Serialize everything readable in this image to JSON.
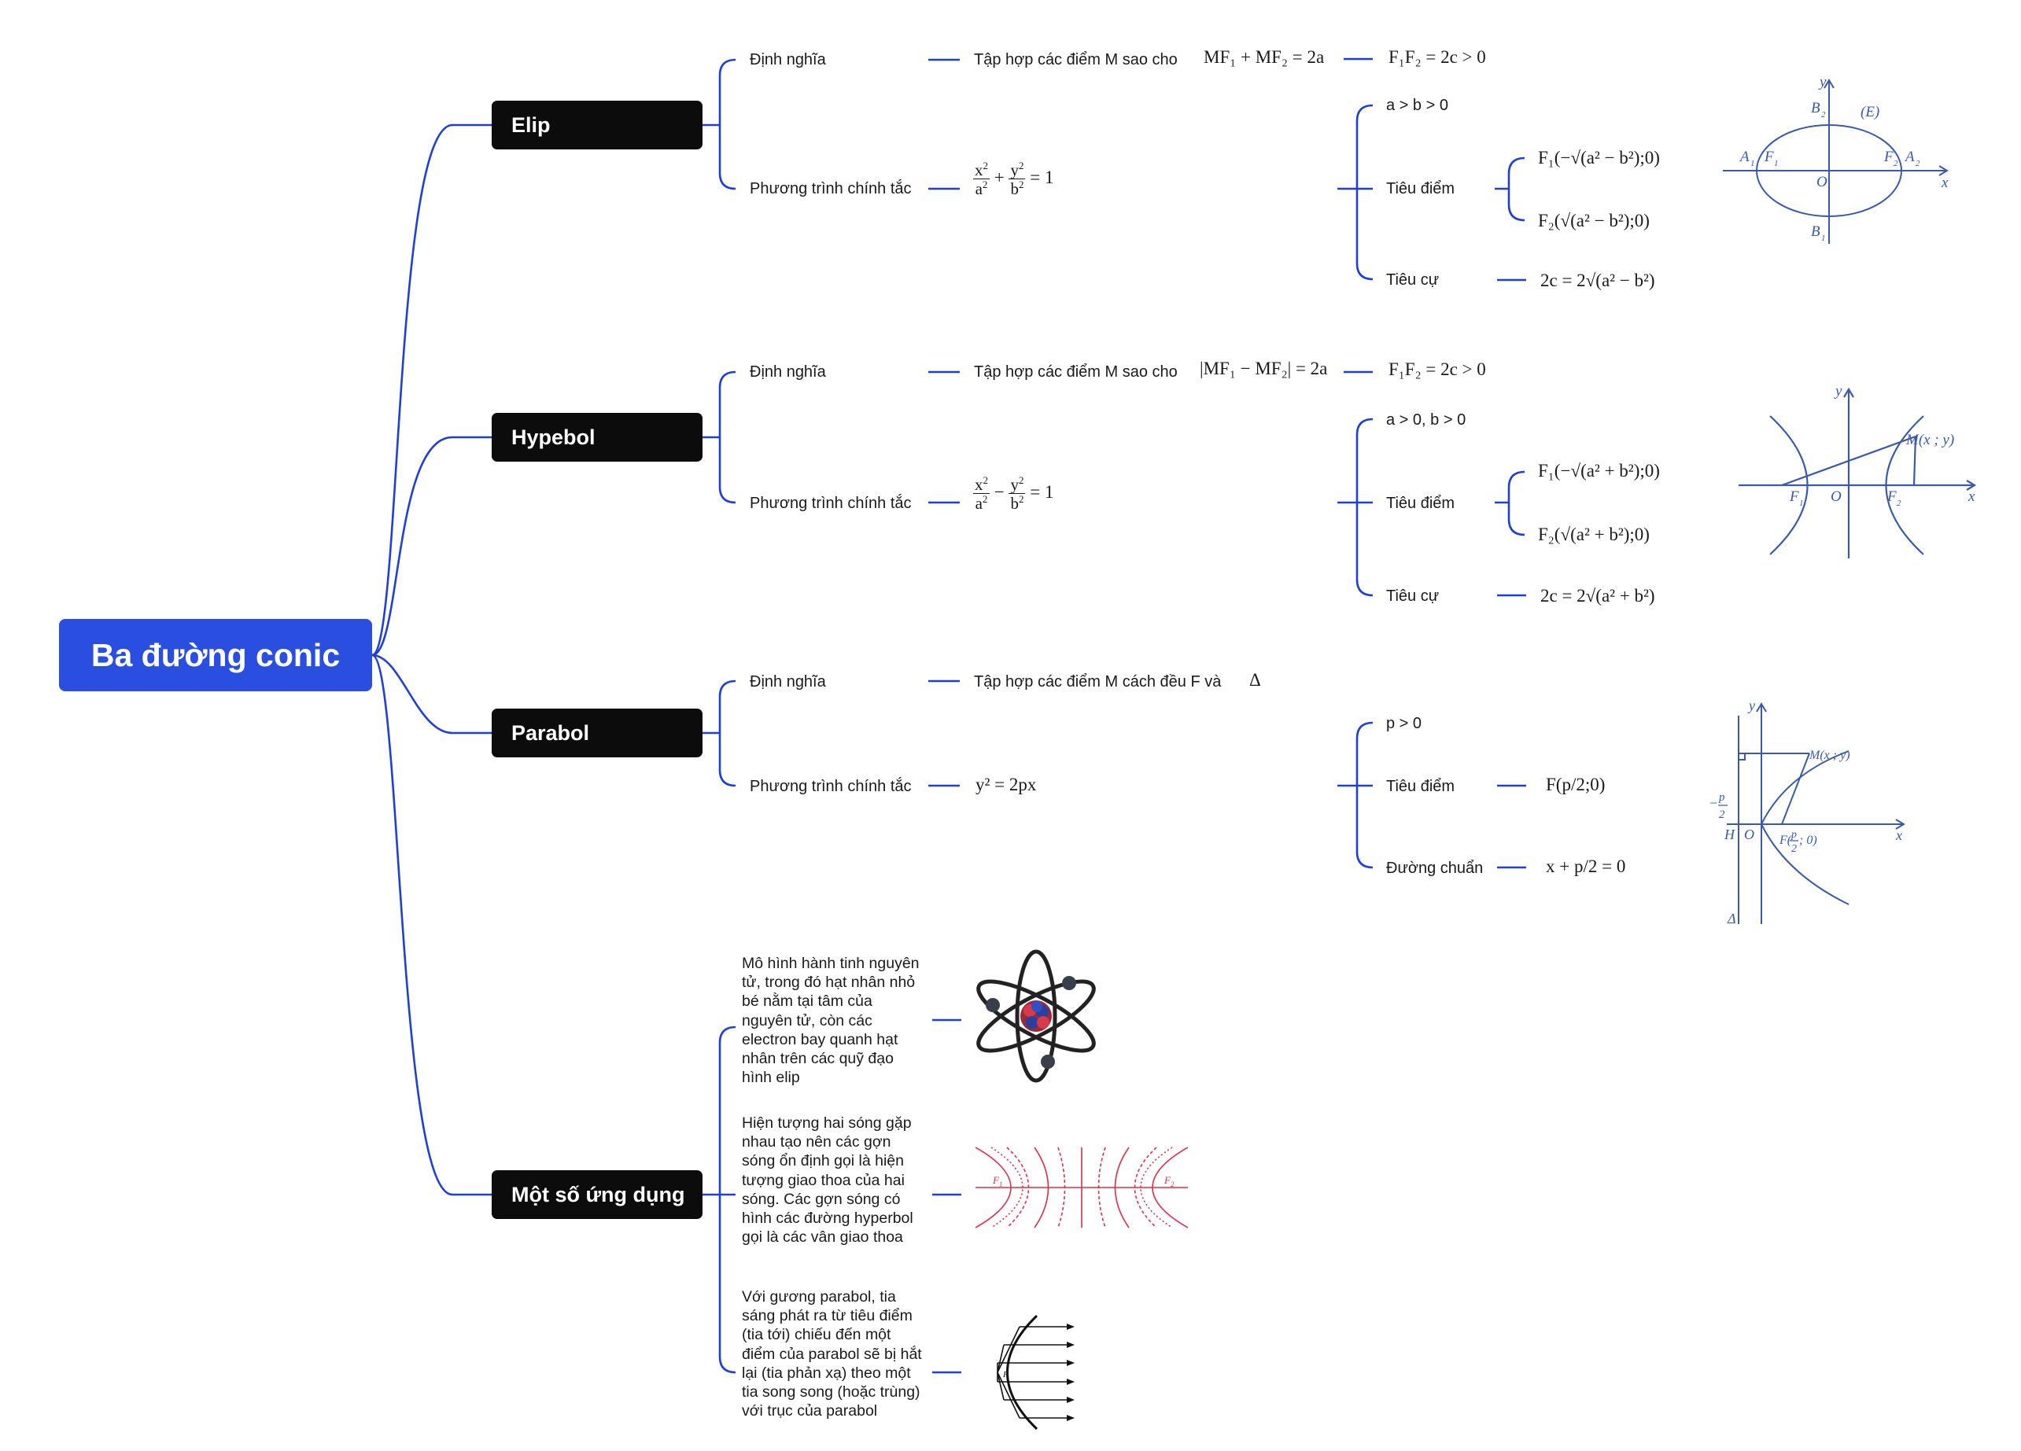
{
  "root": {
    "title": "Ba đường conic"
  },
  "elip": {
    "title": "Elip",
    "def_label": "Định nghĩa",
    "def_text": "Tập hợp các điểm M sao cho",
    "def_formula": "MF₁ + MF₂ = 2a",
    "def_cond": "F₁F₂ = 2c > 0",
    "eq_label": "Phương trình chính tắc",
    "eq_sign": "+",
    "eq_rhs": "= 1",
    "cond": "a > b  > 0",
    "focus_label": "Tiêu điểm",
    "f1": "F₁(−√(a² − b²);0)",
    "f2": "F₂(√(a² − b²);0)",
    "focal_label": "Tiêu cự",
    "focal": "2c = 2√(a² − b²)"
  },
  "hypebol": {
    "title": "Hypebol",
    "def_label": "Định nghĩa",
    "def_text": "Tập hợp các điểm M sao cho",
    "def_formula": "|MF₁ − MF₂| = 2a",
    "def_cond": "F₁F₂ = 2c > 0",
    "eq_label": "Phương trình chính tắc",
    "eq_sign": "−",
    "eq_rhs": "= 1",
    "cond": "a > 0, b  > 0",
    "focus_label": "Tiêu điểm",
    "f1": "F₁(−√(a² + b²);0)",
    "f2": "F₂(√(a² + b²);0)",
    "focal_label": "Tiêu cự",
    "focal": "2c = 2√(a² + b²)"
  },
  "parabol": {
    "title": "Parabol",
    "def_label": "Định nghĩa",
    "def_text": "Tập hợp các điểm M cách đều F và",
    "def_delta": "Δ",
    "eq_label": "Phương trình chính tắc",
    "eq": "y² = 2px",
    "cond": "p > 0",
    "focus_label": "Tiêu điểm",
    "focus": "F(p/2;0)",
    "directrix_label": "Đường chuẩn",
    "directrix": "x + p/2 = 0"
  },
  "apps": {
    "title": "Một số ứng dụng",
    "items": [
      "Mô hình hành tinh nguyên tử, trong đó hạt nhân nhỏ bé nằm tại tâm của nguyên tử, còn các electron bay quanh hạt nhân trên các quỹ đạo hình elip",
      "Hiện tượng hai sóng gặp nhau tạo nên các gợn sóng ổn định gọi là hiện tượng giao thoa của hai sóng. Các gợn sóng có hình các đường hyperbol gọi là các vân giao thoa",
      "Với gương parabol, tia sáng phát ra từ tiêu điểm (tia tới) chiếu đến một điểm của parabol sẽ bị hắt lại (tia phản xạ) theo một tia song song (hoặc trùng) với trục của parabol"
    ]
  },
  "figures": {
    "elip": {
      "y": "y",
      "x": "x",
      "O": "O",
      "E": "(E)",
      "A1": "A",
      "A2": "A",
      "B1": "B",
      "B2": "B",
      "F1": "F",
      "F2": "F",
      "s1": "1",
      "s2": "2"
    },
    "hypebol": {
      "y": "y",
      "x": "x",
      "O": "O",
      "M": "M(x ; y)",
      "F1": "F",
      "F2": "F",
      "s1": "1",
      "s2": "2"
    },
    "parabol": {
      "y": "y",
      "x": "x",
      "O": "O",
      "H": "H",
      "M": "M(x ; y)",
      "F": "F(",
      "Fp": "p",
      "F2": "2",
      "Fend": "; 0)",
      "mp": "p",
      "m2": "2",
      "minus": "−",
      "delta": "Δ"
    },
    "wave": {
      "F1": "F",
      "F2": "F",
      "s1": "1",
      "s2": "2"
    },
    "mirror": {
      "F": "F"
    }
  },
  "colors": {
    "accent": "#2a4ee0",
    "wire": "#1f3fd6",
    "node": "#0c0c0d",
    "figure": "#3a5aa8",
    "wave": "#d8304a"
  }
}
